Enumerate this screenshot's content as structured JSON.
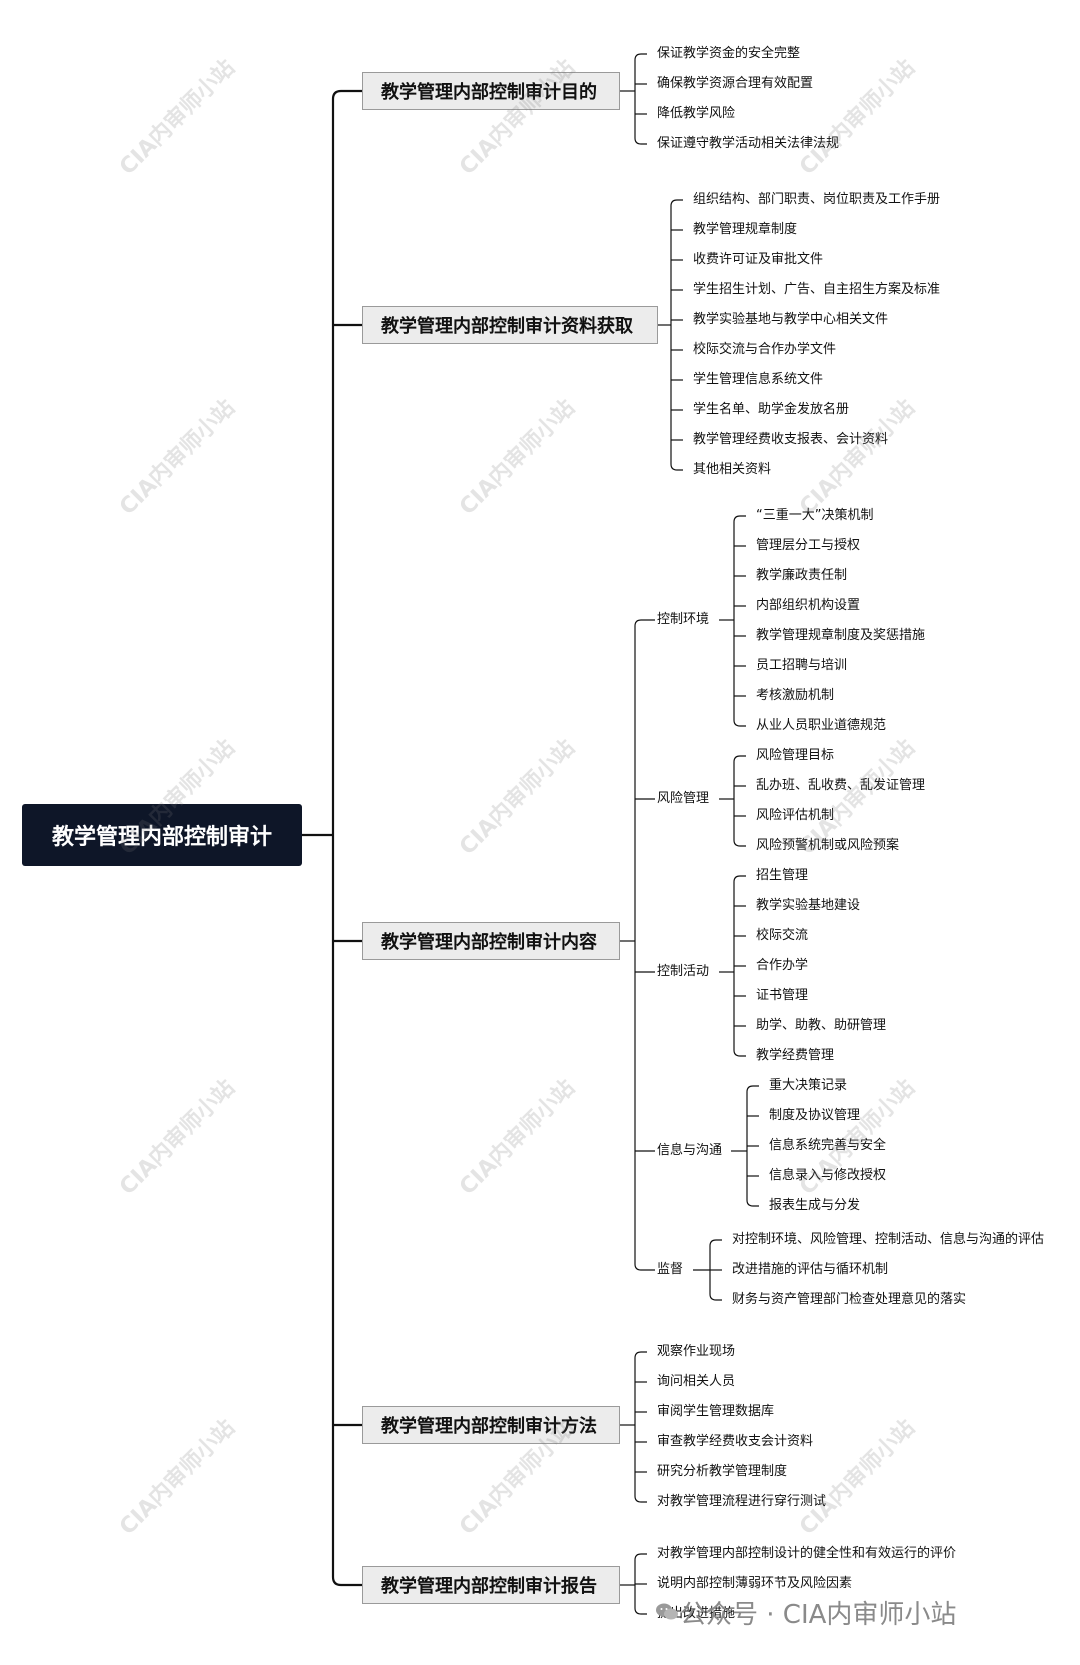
{
  "root": {
    "label": "教学管理内部控制审计"
  },
  "branches": [
    {
      "label": "教学管理内部控制审计目的",
      "items": [
        "保证教学资金的安全完整",
        "确保教学资源合理有效配置",
        "降低教学风险",
        "保证遵守教学活动相关法律法规"
      ]
    },
    {
      "label": "教学管理内部控制审计资料获取",
      "items": [
        "组织结构、部门职责、岗位职责及工作手册",
        "教学管理规章制度",
        "收费许可证及审批文件",
        "学生招生计划、广告、自主招生方案及标准",
        "教学实验基地与教学中心相关文件",
        "校际交流与合作办学文件",
        "学生管理信息系统文件",
        "学生名单、助学金发放名册",
        "教学管理经费收支报表、会计资料",
        "其他相关资料"
      ]
    },
    {
      "label": "教学管理内部控制审计内容",
      "subs": [
        {
          "label": "控制环境",
          "items": [
            "“三重一大”决策机制",
            "管理层分工与授权",
            "教学廉政责任制",
            "内部组织机构设置",
            "教学管理规章制度及奖惩措施",
            "员工招聘与培训",
            "考核激励机制",
            "从业人员职业道德规范"
          ]
        },
        {
          "label": "风险管理",
          "items": [
            "风险管理目标",
            "乱办班、乱收费、乱发证管理",
            "风险评估机制",
            "风险预警机制或风险预案"
          ]
        },
        {
          "label": "控制活动",
          "items": [
            "招生管理",
            "教学实验基地建设",
            "校际交流",
            "合作办学",
            "证书管理",
            "助学、助教、助研管理",
            "教学经费管理"
          ]
        },
        {
          "label": "信息与沟通",
          "items": [
            "重大决策记录",
            "制度及协议管理",
            "信息系统完善与安全",
            "信息录入与修改授权",
            "报表生成与分发"
          ]
        },
        {
          "label": "监督",
          "items": [
            "对控制环境、风险管理、控制活动、信息与沟通的评估",
            "改进措施的评估与循环机制",
            "财务与资产管理部门检查处理意见的落实"
          ]
        }
      ]
    },
    {
      "label": "教学管理内部控制审计方法",
      "items": [
        "观察作业现场",
        "询问相关人员",
        "审阅学生管理数据库",
        "审查教学经费收支会计资料",
        "研究分析教学管理制度",
        "对教学管理流程进行穿行测试"
      ]
    },
    {
      "label": "教学管理内部控制审计报告",
      "items": [
        "对教学管理内部控制设计的健全性和有效运行的评价",
        "说明内部控制薄弱环节及风险因素",
        "提出改进措施"
      ]
    }
  ],
  "watermark": "CIA内审师小站",
  "footer": {
    "text": "公众号 · CIA内审师小站",
    "icon": "wechat-icon"
  },
  "colors": {
    "root_bg": "#0e1628",
    "branch_bg": "#ececec",
    "line": "#111111"
  }
}
